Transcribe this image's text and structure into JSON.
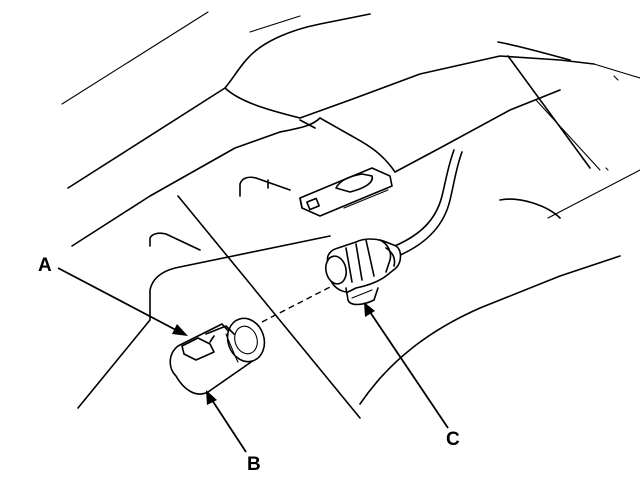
{
  "figure": {
    "callouts": [
      {
        "id": "A",
        "label": "A"
      },
      {
        "id": "B",
        "label": "B"
      },
      {
        "id": "C",
        "label": "C"
      }
    ]
  }
}
